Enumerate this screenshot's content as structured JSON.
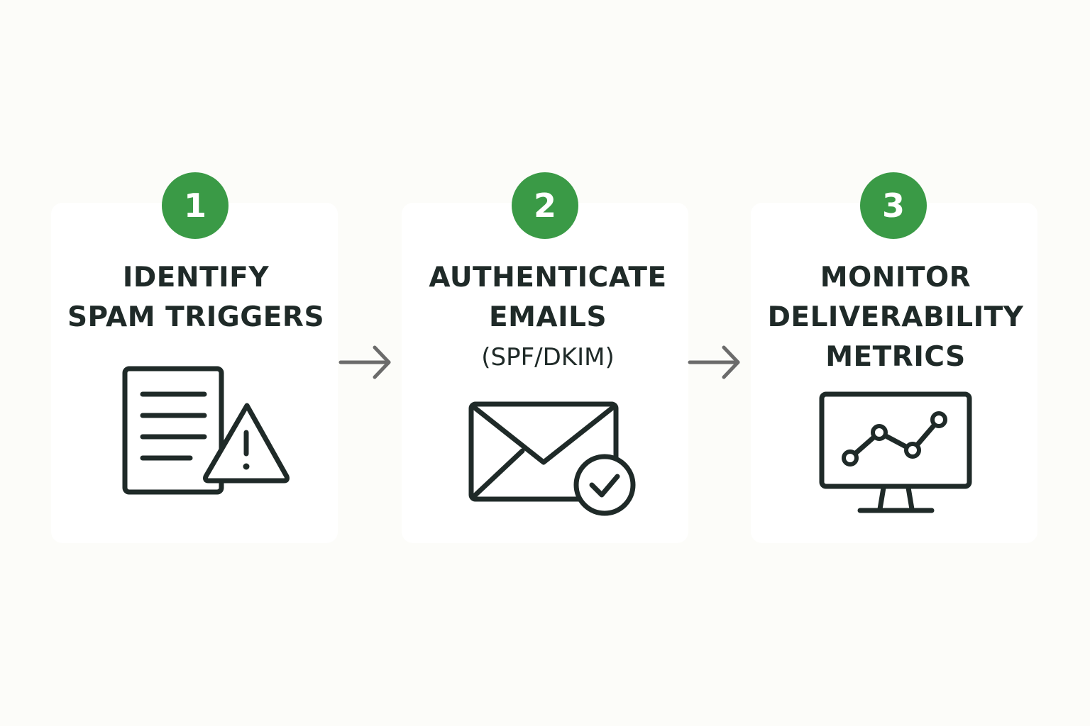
{
  "colors": {
    "accent_green": "#3a9a46",
    "icon_stroke": "#1f2a28",
    "arrow": "#6b6b6b",
    "card_bg": "#ffffff",
    "page_bg": "#fcfcf9"
  },
  "steps": [
    {
      "number": "1",
      "title_lines": [
        "IDENTIFY",
        "SPAM TRIGGERS"
      ],
      "subtitle": "",
      "icon": "document-warning-icon"
    },
    {
      "number": "2",
      "title_lines": [
        "AUTHENTICATE",
        "EMAILS"
      ],
      "subtitle": "(SPF/DKIM)",
      "icon": "envelope-check-icon"
    },
    {
      "number": "3",
      "title_lines": [
        "MONITOR",
        "DELIVERABILITY",
        "METRICS"
      ],
      "subtitle": "",
      "icon": "monitor-line-chart-icon"
    }
  ],
  "connectors": [
    "arrow-right-icon",
    "arrow-right-icon"
  ]
}
